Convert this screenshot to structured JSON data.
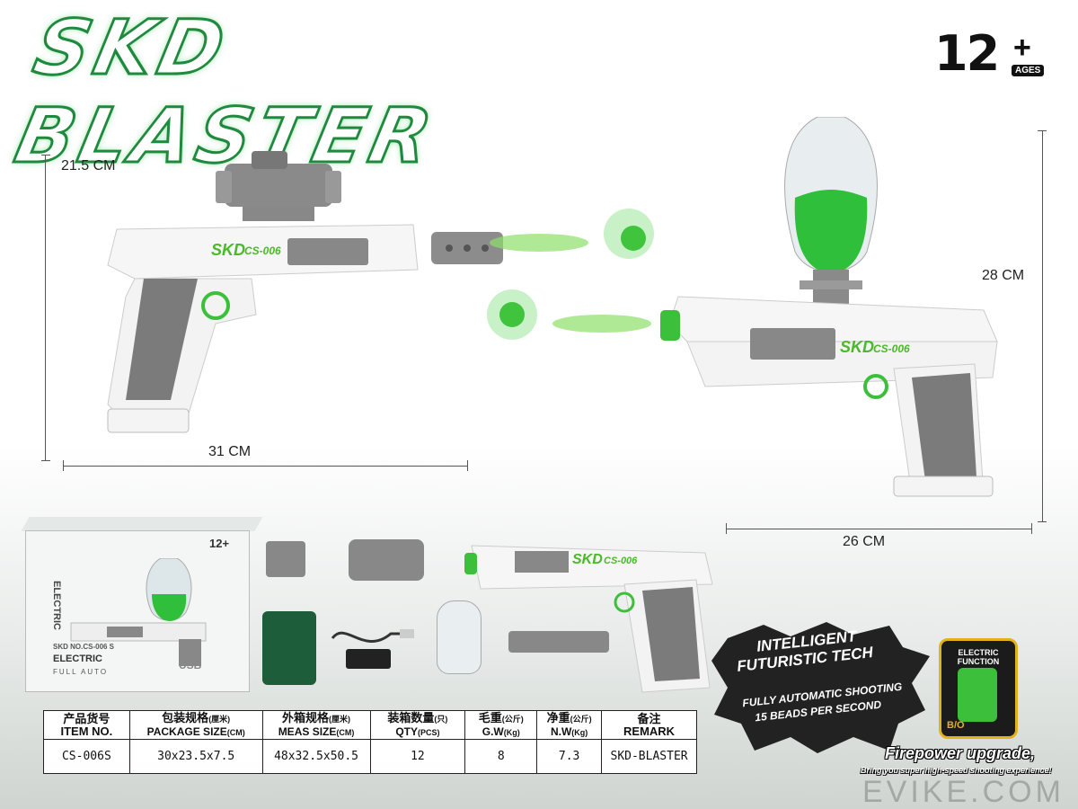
{
  "title": "SKD BLASTER",
  "age_rating": {
    "number": "12",
    "plus": "+",
    "label": "AGES"
  },
  "dimensions": {
    "left_gun_height": "21.5 CM",
    "left_gun_length": "31 CM",
    "right_gun_height": "28 CM",
    "right_gun_length": "26 CM"
  },
  "gun_label": {
    "brand": "SKD",
    "model": "CS-006"
  },
  "box": {
    "age": "12+",
    "electric": "ELECTRIC",
    "mode": "FULL AUTO",
    "usb": "USB",
    "model_line": "SKD NO.CS-006 S"
  },
  "table": {
    "headers": [
      {
        "cn": "产品货号",
        "en": "ITEM NO.",
        "unit_cn": "",
        "unit_en": ""
      },
      {
        "cn": "包装规格",
        "en": "PACKAGE SIZE",
        "unit_cn": "(厘米)",
        "unit_en": "(CM)"
      },
      {
        "cn": "外箱规格",
        "en": "MEAS SIZE",
        "unit_cn": "(厘米)",
        "unit_en": "(CM)"
      },
      {
        "cn": "装箱数量",
        "en": "QTY",
        "unit_cn": "(只)",
        "unit_en": "(PCS)"
      },
      {
        "cn": "毛重",
        "en": "G.W",
        "unit_cn": "(公斤)",
        "unit_en": "(Kg)"
      },
      {
        "cn": "净重",
        "en": "N.W",
        "unit_cn": "(公斤)",
        "unit_en": "(Kg)"
      },
      {
        "cn": "备注",
        "en": "REMARK",
        "unit_cn": "",
        "unit_en": ""
      }
    ],
    "row": [
      "CS-006S",
      "30x23.5x7.5",
      "48x32.5x50.5",
      "12",
      "8",
      "7.3",
      "SKD-BLASTER"
    ]
  },
  "feature": {
    "line1": "INTELLIGENT",
    "line2": "FUTURISTIC TECH",
    "line3": "FULLY AUTOMATIC SHOOTING",
    "line4": "15 BEADS PER SECOND"
  },
  "electric_badge": {
    "label": "ELECTRIC FUNCTION",
    "code": "B/O"
  },
  "firepower": {
    "headline": "Firepower upgrade,",
    "sub": "Bring you super high-speed shooting experience!"
  },
  "watermark": "EVIKE.COM",
  "colors": {
    "accent_green": "#3cbf3a",
    "dark_green": "#1f8a3e",
    "grip_gray": "#7a7a7a",
    "body_white": "#f5f6f5"
  }
}
